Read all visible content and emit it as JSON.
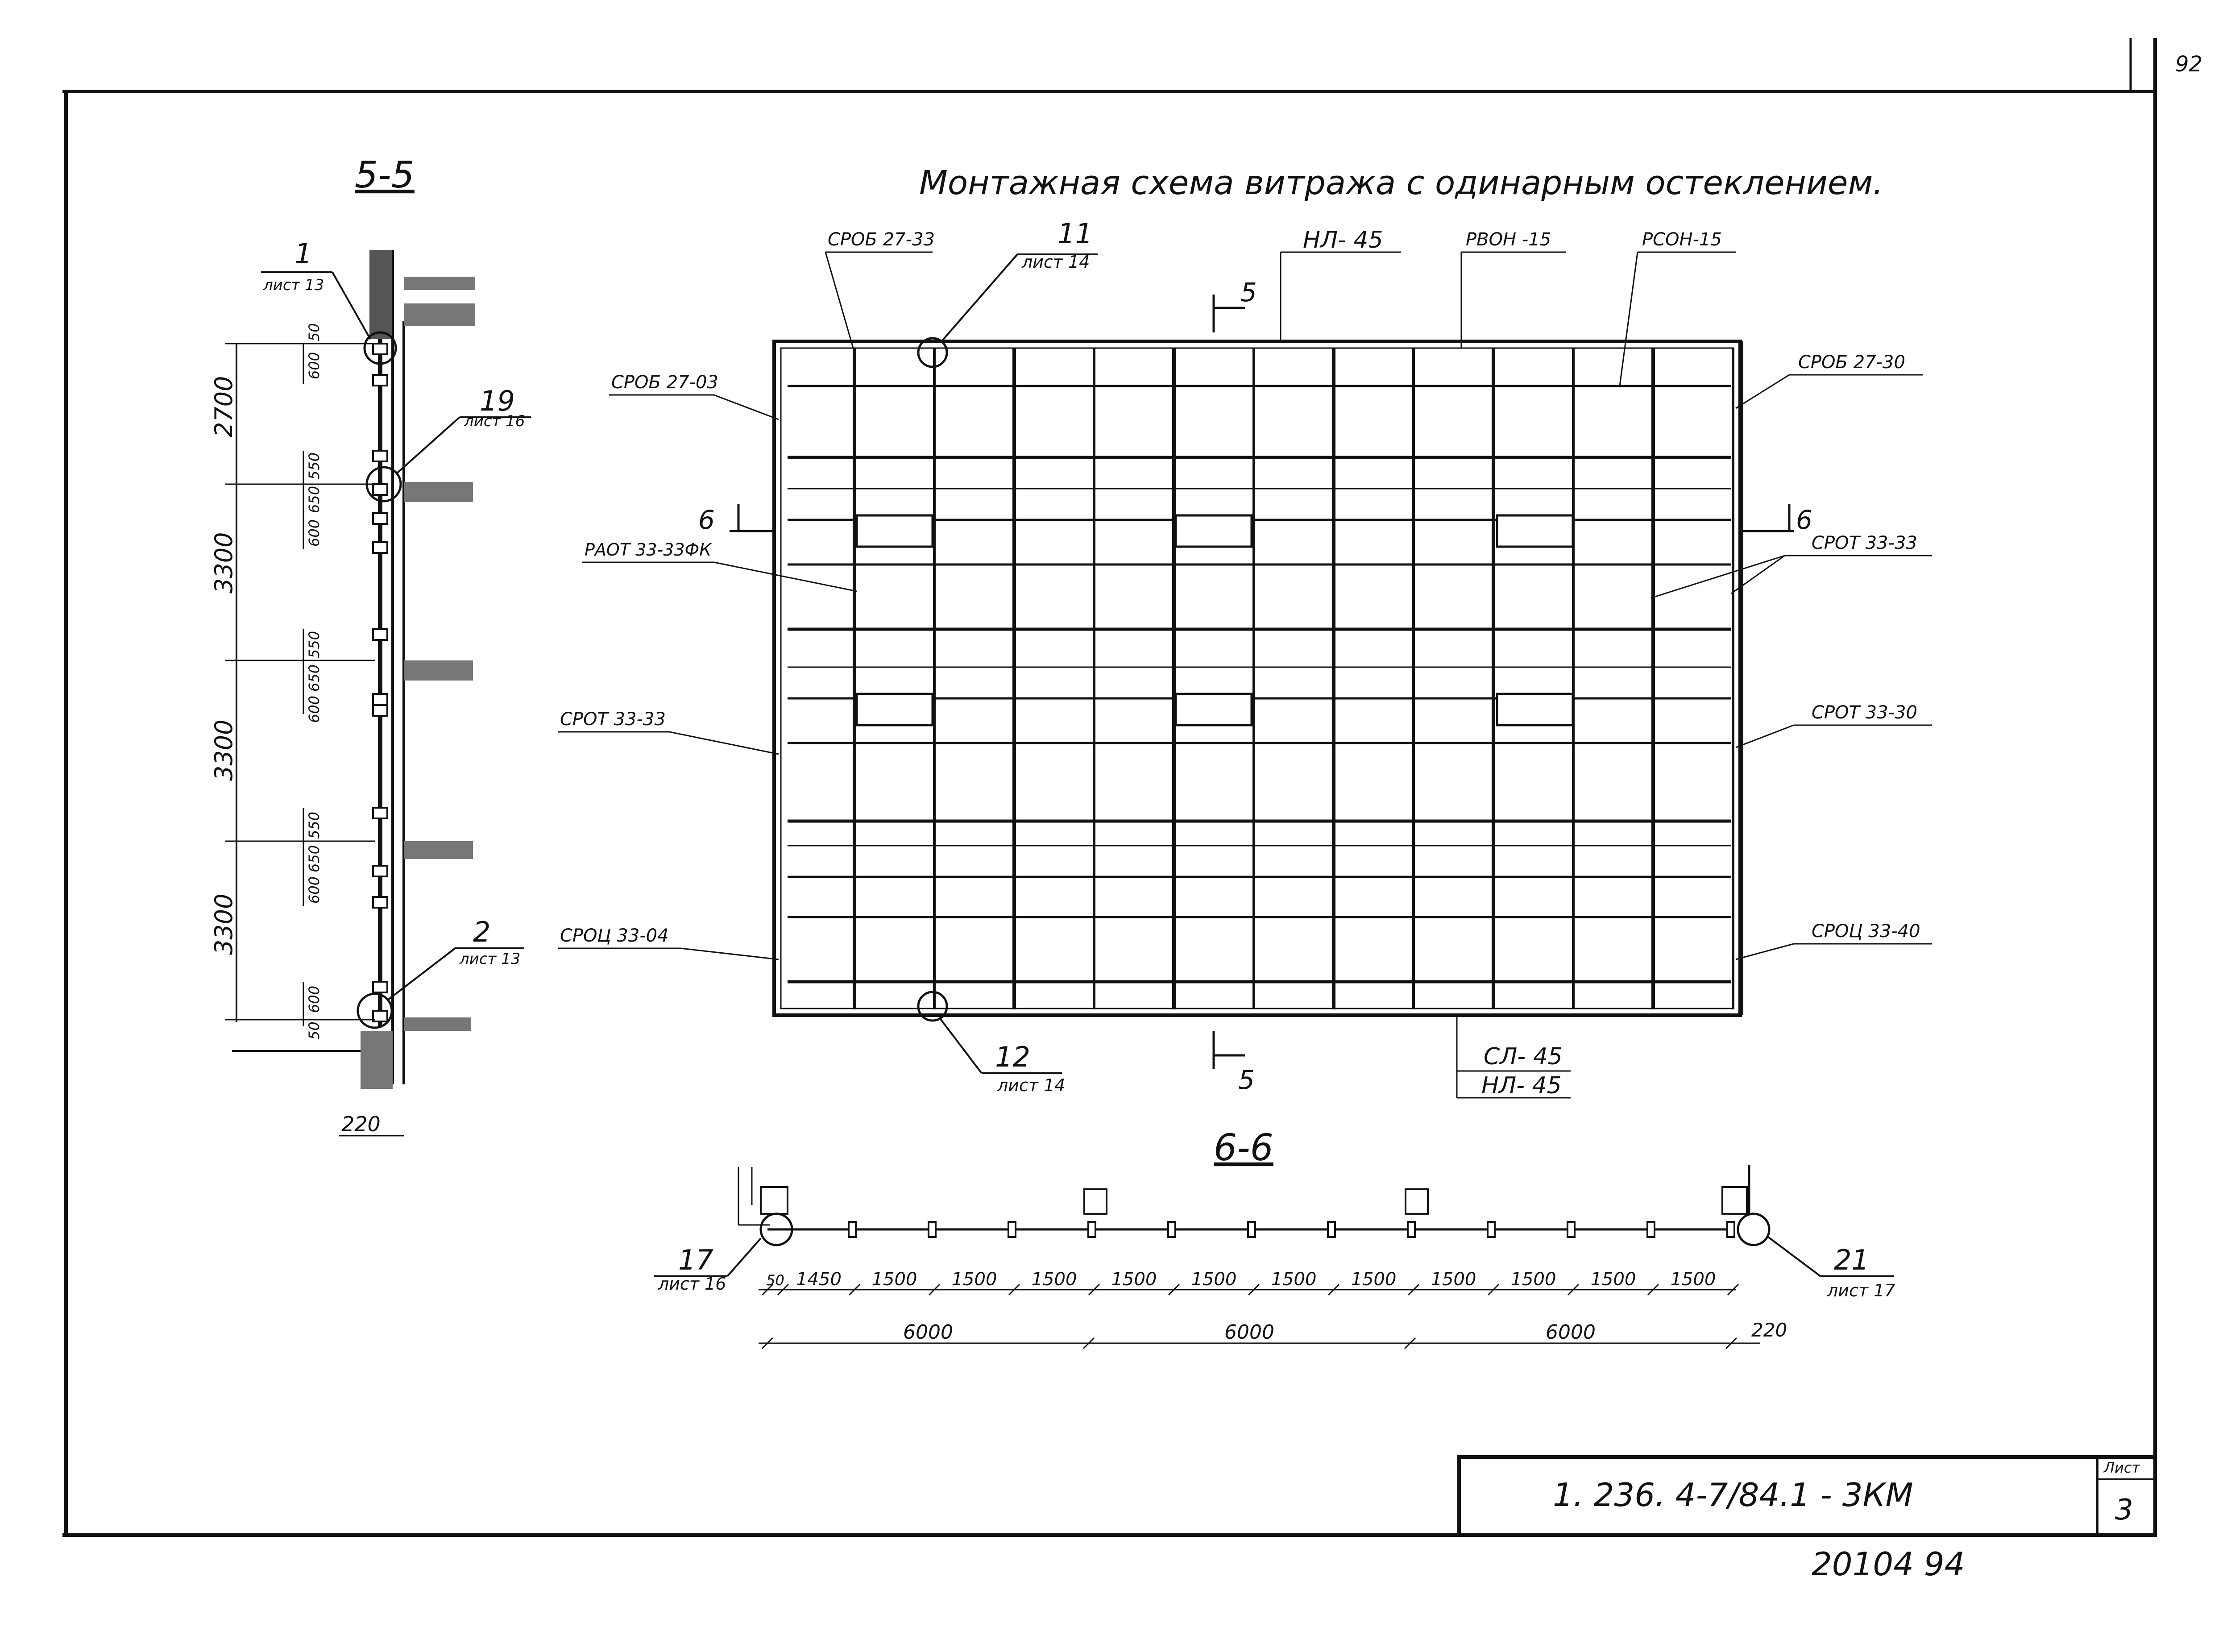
{
  "sheet": {
    "page_number": "92",
    "title": "Монтажная схема витража с одинарным остеклением.",
    "doc_code": "1. 236. 4-7/84.1 - 3КМ",
    "sheet_label": "Лист",
    "sheet_number": "3",
    "archive_number": "20104 94"
  },
  "section_55": {
    "label": "5-5",
    "dims": [
      "2700",
      "3300",
      "3300",
      "3300"
    ],
    "small_dims": [
      "50",
      "600",
      "550",
      "650",
      "600"
    ],
    "bottom_dim": "220",
    "callouts": [
      {
        "num": "1",
        "sheet": "лист 13"
      },
      {
        "num": "19",
        "sheet": "лист 16"
      },
      {
        "num": "2",
        "sheet": "лист 13"
      }
    ]
  },
  "elevation": {
    "cut_label": "5",
    "cut6_label": "6",
    "top_labels": [
      "СРОБ 27-33",
      "НЛ- 45",
      "РВОН -15",
      "РСОН-15"
    ],
    "left_labels": [
      "СРОБ 27-03",
      "РАОТ 33-33ФК",
      "СРОТ 33-33",
      "СРОЦ 33-04"
    ],
    "right_labels": [
      "СРОБ 27-30",
      "СРОТ 33-33",
      "СРОТ 33-30",
      "СРОЦ 33-40"
    ],
    "bottom_labels": [
      "СЛ- 45",
      "НЛ- 45"
    ],
    "callouts": [
      {
        "num": "11",
        "sheet": "лист 14"
      },
      {
        "num": "12",
        "sheet": "лист 14"
      }
    ]
  },
  "section_66": {
    "label": "6-6",
    "modules": [
      "50",
      "1450",
      "1500",
      "1500",
      "1500",
      "1500",
      "1500",
      "1500",
      "1500",
      "1500",
      "1500",
      "1500",
      "1500"
    ],
    "spans": [
      "6000",
      "6000",
      "6000"
    ],
    "end_dim": "220",
    "callouts": [
      {
        "num": "17",
        "sheet": "лист 16"
      },
      {
        "num": "21",
        "sheet": "лист 17"
      }
    ]
  }
}
